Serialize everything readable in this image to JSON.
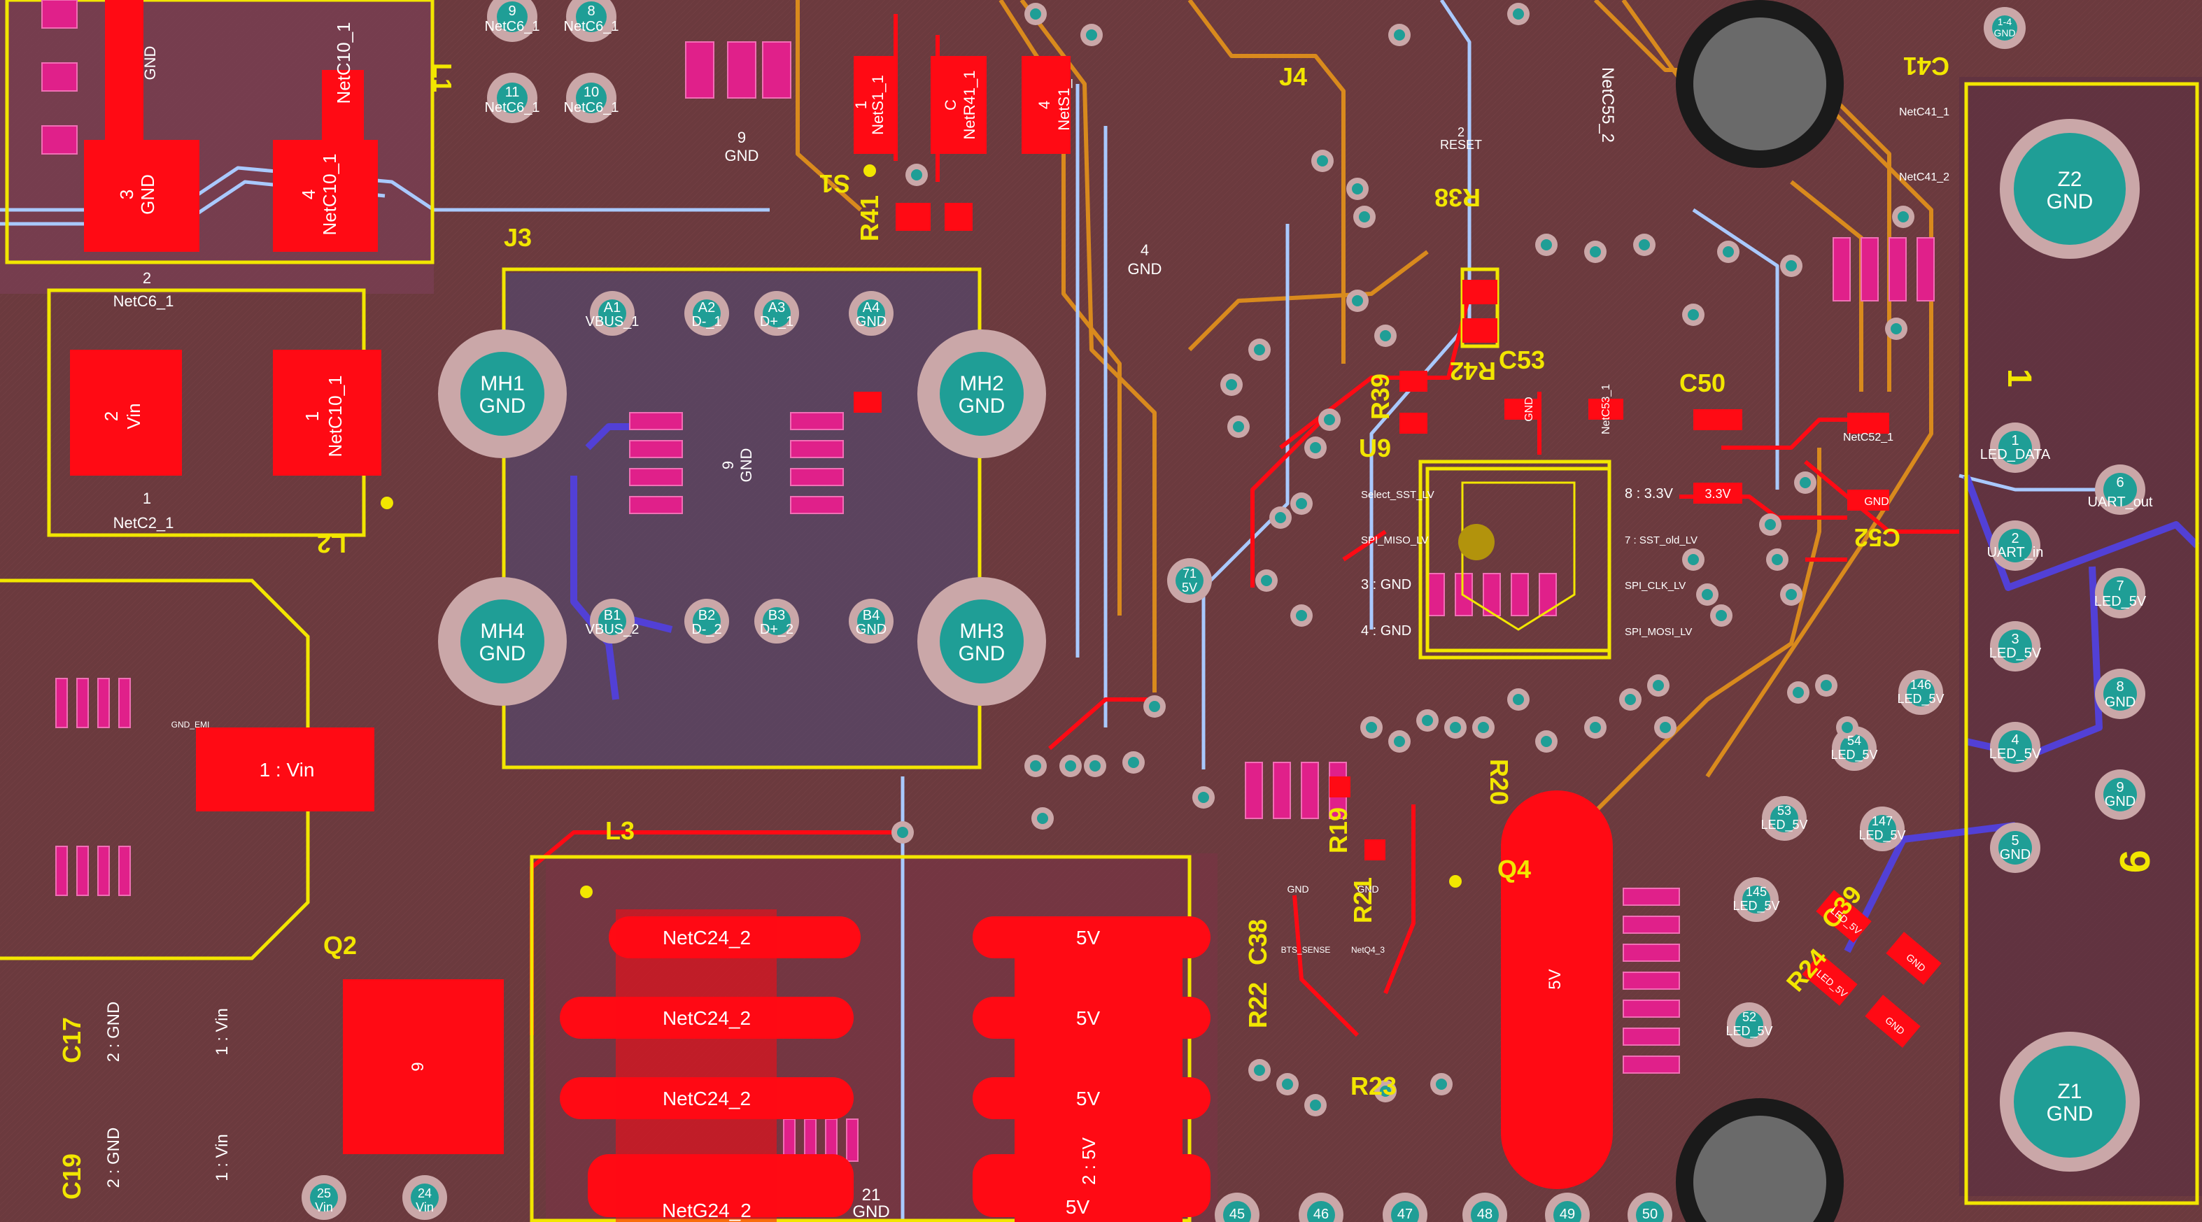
{
  "colors": {
    "board": "#6b3a3e",
    "copper_top": "#ff0a14",
    "silk": "#f2e600",
    "pad_ring": "#caa7a8",
    "pad_hole": "#1f9e96",
    "track_orange": "#d98a1d",
    "track_blue": "#a9c9ff",
    "track_purple": "#5240d6",
    "magenta": "#e0208a"
  },
  "designators": {
    "j3": "J3",
    "j4": "J4",
    "l1": "L1",
    "l2": "L2",
    "l3": "L3",
    "q2": "Q2",
    "q4": "Q4",
    "u9": "U9",
    "s1": "S1",
    "r41": "R41",
    "r42": "R42",
    "r38": "R38",
    "r39": "R39",
    "r19": "R19",
    "r20": "R20",
    "r21": "R21",
    "r22": "R22",
    "r23": "R23",
    "r24": "R24",
    "c17": "C17",
    "c19": "C19",
    "c38": "C38",
    "c39": "C39",
    "c41": "C41",
    "c50": "C50",
    "c52": "C52",
    "c53": "C53",
    "pin1": "1",
    "pin9": "9"
  },
  "mount_holes": [
    {
      "name": "MH1",
      "net": "GND"
    },
    {
      "name": "MH2",
      "net": "GND"
    },
    {
      "name": "MH4",
      "net": "GND"
    },
    {
      "name": "MH3",
      "net": "GND"
    },
    {
      "name": "Z2",
      "net": "GND"
    },
    {
      "name": "Z1",
      "net": "GND"
    }
  ],
  "usb_pads": [
    {
      "pin": "A1",
      "net": "VBUS_1"
    },
    {
      "pin": "A2",
      "net": "D-_1"
    },
    {
      "pin": "A3",
      "net": "D+_1"
    },
    {
      "pin": "A4",
      "net": "GND"
    },
    {
      "pin": "B1",
      "net": "VBUS_2"
    },
    {
      "pin": "B2",
      "net": "D-_2"
    },
    {
      "pin": "B3",
      "net": "D+_2"
    },
    {
      "pin": "B4",
      "net": "GND"
    }
  ],
  "connector_pins": [
    {
      "pin": "1",
      "net": "LED_DATA"
    },
    {
      "pin": "6",
      "net": "UART_out"
    },
    {
      "pin": "2",
      "net": "UART_in"
    },
    {
      "pin": "7",
      "net": "LED_5V"
    },
    {
      "pin": "3",
      "net": "LED_5V"
    },
    {
      "pin": "8",
      "net": "GND"
    },
    {
      "pin": "4",
      "net": "LED_5V"
    },
    {
      "pin": "9",
      "net": "GND"
    },
    {
      "pin": "5",
      "net": "GND"
    }
  ],
  "via_pads": [
    {
      "num": "146",
      "net": "LED_5V"
    },
    {
      "num": "54",
      "net": "LED_5V"
    },
    {
      "num": "53",
      "net": "LED_5V"
    },
    {
      "num": "147",
      "net": "LED_5V"
    },
    {
      "num": "145",
      "net": "LED_5V"
    },
    {
      "num": "52",
      "net": "LED_5V"
    },
    {
      "num": "71",
      "net": "5V"
    },
    {
      "num": "25",
      "net": "Vin"
    },
    {
      "num": "24",
      "net": "Vin"
    }
  ],
  "top_pads": [
    {
      "num": "9",
      "net": "NetC6_1"
    },
    {
      "num": "8",
      "net": "NetC6_1"
    },
    {
      "num": "11",
      "net": "NetC6_1"
    },
    {
      "num": "10",
      "net": "NetC6_1"
    }
  ],
  "bottom_row": [
    {
      "num": "45"
    },
    {
      "num": "46"
    },
    {
      "num": "47"
    },
    {
      "num": "48"
    },
    {
      "num": "49"
    },
    {
      "num": "50"
    }
  ],
  "smd_labels": {
    "p3": "3",
    "p3_net": "GND",
    "p4": "4",
    "p4_net": "NetC10_1",
    "top_gnd": "GND",
    "top_netc10": "NetC10_1",
    "l2_p2": "2",
    "l2_p2_net": "Vin",
    "l2_p1": "1",
    "l2_p1_net": "NetC10_1",
    "netc6": "NetC6_1",
    "netc2": "NetC2_1",
    "num1": "1",
    "num2": "2",
    "vin_pad": "1 : Vin",
    "c17_gnd": "2 : GND",
    "c17_vin": "1 : Vin",
    "c19_gnd": "2 : GND",
    "c19_vin": "1 : Vin",
    "q2_pad": "9",
    "netc24_a": "NetC24_2",
    "netc24_b": "NetC24_2",
    "netc24_c": "NetC24_2",
    "netc24_d": "NetG24_2",
    "v5_a": "5V",
    "v5_b": "5V",
    "v5_c": "5V",
    "v5_d": "2 : 5V",
    "v5_e": "5V",
    "pad21": "21",
    "pad21_net": "GND",
    "u3_gnd": "9",
    "u3_gnd_net": "GND",
    "u4_gnd": "9",
    "u4_gnd_net": "GND",
    "nets1": "NetS1_1",
    "netr41": "NetR41_1",
    "nets1b": "NetS1_",
    "s1_p1": "1",
    "r41_c": "C",
    "s1_p4": "4",
    "gnd_mid": "4",
    "gnd_mid_net": "GND",
    "q4_net": "5V",
    "u9_pins": [
      "Select_SST_LV",
      "SPI_MISO_LV",
      "3 : GND",
      "4 : GND",
      "8 : 3.3V",
      "7 : SST_old_LV",
      "SPI_CLK_LV",
      "SPI_MOSI_LV"
    ],
    "reset": "RESET",
    "reset_num": "2",
    "netc55": "NetC55_2",
    "netc41": "NetC41_1",
    "netc41b": "NetC41_2",
    "netc52": "NetC52_1",
    "netc52_gnd": "GND",
    "c50_33": "3.3V",
    "c53_gnd": "GND",
    "c53_net": "NetC53_1",
    "r24_led": "LED_5V",
    "r24_gnd": "GND",
    "c39_led": "LED_5V",
    "c39_gnd": "GND",
    "c38_gnd1": "GND",
    "c38_gnd2": "GND",
    "bts_sense": "BTS_SENSE",
    "netq4": "NetQ4_3",
    "gnd_emi": "GND_EMI",
    "r1": "1-4",
    "r1_net": "GND"
  }
}
